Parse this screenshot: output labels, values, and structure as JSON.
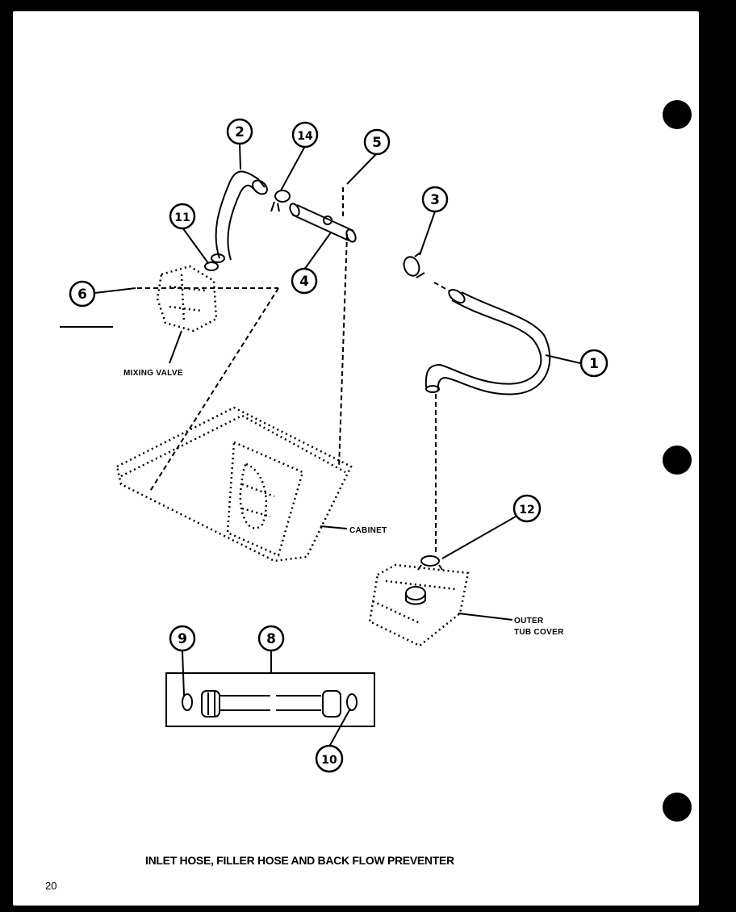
{
  "title": "INLET HOSE, FILLER HOSE AND BACK FLOW PREVENTER",
  "page_number": "20",
  "callouts": [
    "1",
    "2",
    "3",
    "4",
    "5",
    "6",
    "8",
    "9",
    "10",
    "11",
    "12",
    "14"
  ],
  "labels": {
    "mixing_valve": "MIXING VALVE",
    "cabinet": "CABINET",
    "outer_tub_cover_1": "OUTER",
    "outer_tub_cover_2": "TUB COVER"
  }
}
